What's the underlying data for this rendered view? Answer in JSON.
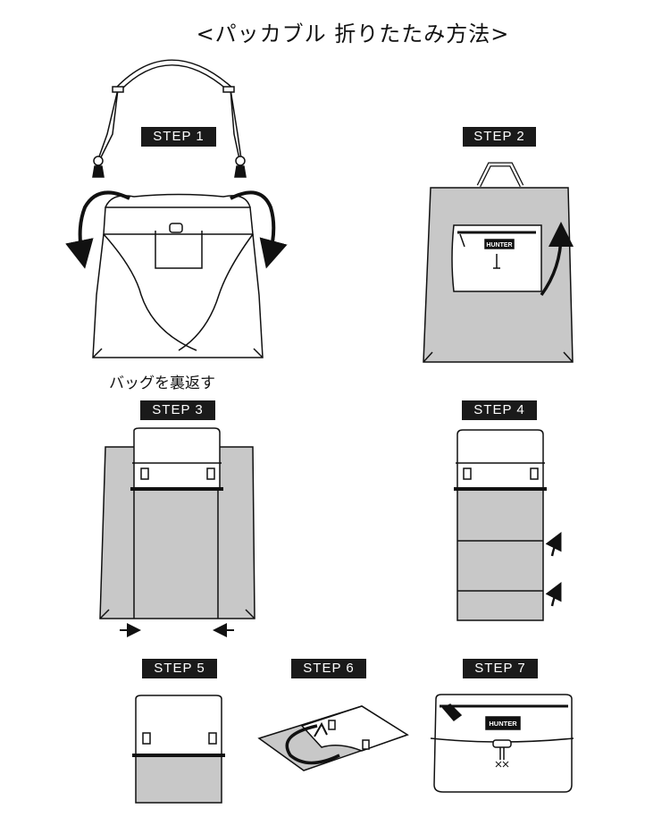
{
  "title": "<パッカブル 折りたたみ方法>",
  "steps": {
    "s1": "STEP 1",
    "s2": "STEP 2",
    "s3": "STEP 3",
    "s4": "STEP 4",
    "s5": "STEP 5",
    "s6": "STEP 6",
    "s7": "STEP 7"
  },
  "caption_step1": "バッグを裏返す",
  "logo_text": "HUNTER",
  "colors": {
    "bag_fill": "#c8c8c8",
    "line": "#111111",
    "badge": "#1a1a1a"
  }
}
